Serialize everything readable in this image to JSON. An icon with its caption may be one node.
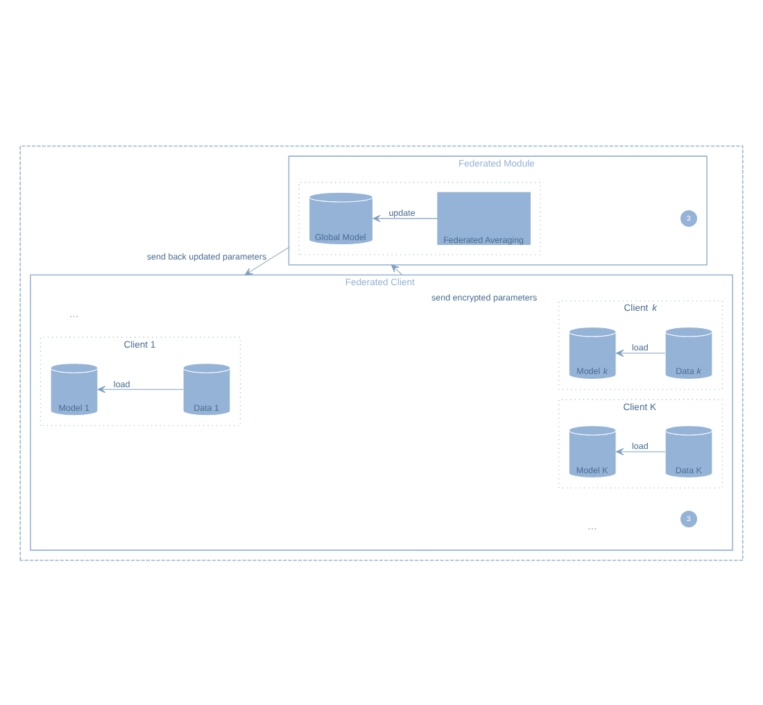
{
  "diagram": {
    "nodes": [
      {
        "text": [],
        "shape": "box"
      },
      {
        "text": [
          "Federated Module"
        ],
        "in": 0
      },
      {
        "text": [
          "3"
        ],
        "in": 1
      },
      {
        "text": [],
        "shape": "box",
        "in": 1
      },
      {
        "text": [
          "Global Model"
        ],
        "in": 3
      },
      {
        "text": [
          "Federated Averaging"
        ],
        "in": 3
      },
      {
        "text": [
          "Federated Client"
        ],
        "in": 0
      },
      {
        "text": [
          "3"
        ],
        "in": 6
      },
      {
        "text": [
          "Client 1"
        ],
        "in": 6
      },
      {
        "text": [
          "Model 1"
        ],
        "in": 8
      },
      {
        "text": [
          "Data 1"
        ],
        "in": 8
      },
      {
        "text": [
          "Client *k*"
        ],
        "in": 6
      },
      {
        "text": [
          "Model *k*"
        ],
        "in": 11
      },
      {
        "text": [
          "Data *k*"
        ],
        "in": 11
      },
      {
        "text": [
          "Client K"
        ],
        "in": 6
      },
      {
        "text": [
          "Model K"
        ],
        "in": 14
      },
      {
        "text": [
          "Data K"
        ],
        "in": 14
      }
    ],
    "edges": [
      {
        "from": 1,
        "to": 6,
        "arrow": "to",
        "label": "send back updated parameters"
      },
      {
        "from": 5,
        "to": 4,
        "arrow": "to",
        "label": "update"
      },
      {
        "from": 10,
        "to": 9,
        "arrow": "to",
        "label": "load"
      },
      {
        "from": 13,
        "to": 12,
        "arrow": "to",
        "label": "load"
      },
      {
        "from": 16,
        "to": 15,
        "arrow": "to",
        "label": "load"
      },
      {
        "from": 6,
        "to": 1,
        "arrow": "to",
        "label": "send encrypted parameters"
      }
    ],
    "labels": [
      "...",
      "..."
    ]
  }
}
